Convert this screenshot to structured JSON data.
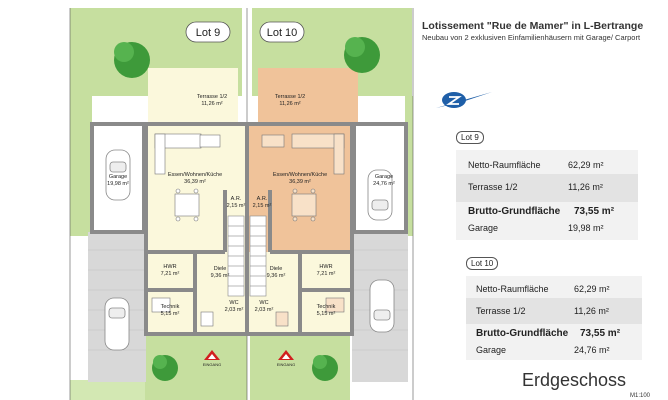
{
  "header": {
    "title": "Lotissement  \"Rue de Mamer\" in L-Bertrange",
    "subtitle": "Neubau von 2 exklusiven  Einfamilienhäusern mit Garage/ Carport"
  },
  "plan": {
    "lot_labels": [
      "Lot 9",
      "Lot 10"
    ],
    "rooms_left": {
      "terrasse": {
        "name": "Terrasse 1/2",
        "area": "11,26 m²"
      },
      "essen": {
        "name": "Essen/Wohnen/Küche",
        "area": "36,39 m²"
      },
      "garage": {
        "name": "Garage",
        "area": "19,98 m²"
      },
      "ar": {
        "name": "A.R.",
        "area": "2,15 m²"
      },
      "hwr": {
        "name": "HWR",
        "area": "7,21 m²"
      },
      "diele": {
        "name": "Diele",
        "area": "9,36 m²"
      },
      "technik": {
        "name": "Technik",
        "area": "5,15 m²"
      },
      "wc": {
        "name": "WC",
        "area": "2,03 m²"
      }
    },
    "rooms_right": {
      "terrasse": {
        "name": "Terrasse 1/2",
        "area": "11,26 m²"
      },
      "essen": {
        "name": "Essen/Wohnen/Küche",
        "area": "36,39 m²"
      },
      "garage": {
        "name": "Garage",
        "area": "24,76 m²"
      },
      "ar": {
        "name": "A.R.",
        "area": "2,15 m²"
      },
      "hwr": {
        "name": "HWR",
        "area": "7,21 m²"
      },
      "diele": {
        "name": "Diele",
        "area": "9,36 m²"
      },
      "technik": {
        "name": "Technik",
        "area": "5,15 m²"
      },
      "wc": {
        "name": "WC",
        "area": "2,03 m²"
      }
    },
    "entrance_label": "EINGANG",
    "colors": {
      "lot9_interior": "#fbf8dc",
      "lot10_interior": "#f0c39a",
      "lawn": "#c6df9f",
      "tree": "#3e9a3a",
      "wall": "#8a8a8a",
      "paving": "#d8d8d8",
      "entrance_marker": "#d11f1f"
    }
  },
  "summary_lot9": {
    "lot": "Lot 9",
    "netto_label": "Netto-Raumfläche",
    "netto_value": "62,29 m²",
    "terrasse_label": "Terrasse 1/2",
    "terrasse_value": "11,26 m²",
    "brutto_label": "Brutto-Grundfläche",
    "brutto_value": "73,55 m²",
    "garage_label": "Garage",
    "garage_value": "19,98 m²"
  },
  "summary_lot10": {
    "lot": "Lot 10",
    "netto_label": "Netto-Raumfläche",
    "netto_value": "62,29 m²",
    "terrasse_label": "Terrasse 1/2",
    "terrasse_value": "11,26 m²",
    "brutto_label": "Brutto-Grundfläche",
    "brutto_value": "73,55 m²",
    "garage_label": "Garage",
    "garage_value": "24,76 m²"
  },
  "footer": {
    "floor": "Erdgeschoss",
    "scale": "M1:100"
  },
  "north_arrow": "north-arrow-icon"
}
